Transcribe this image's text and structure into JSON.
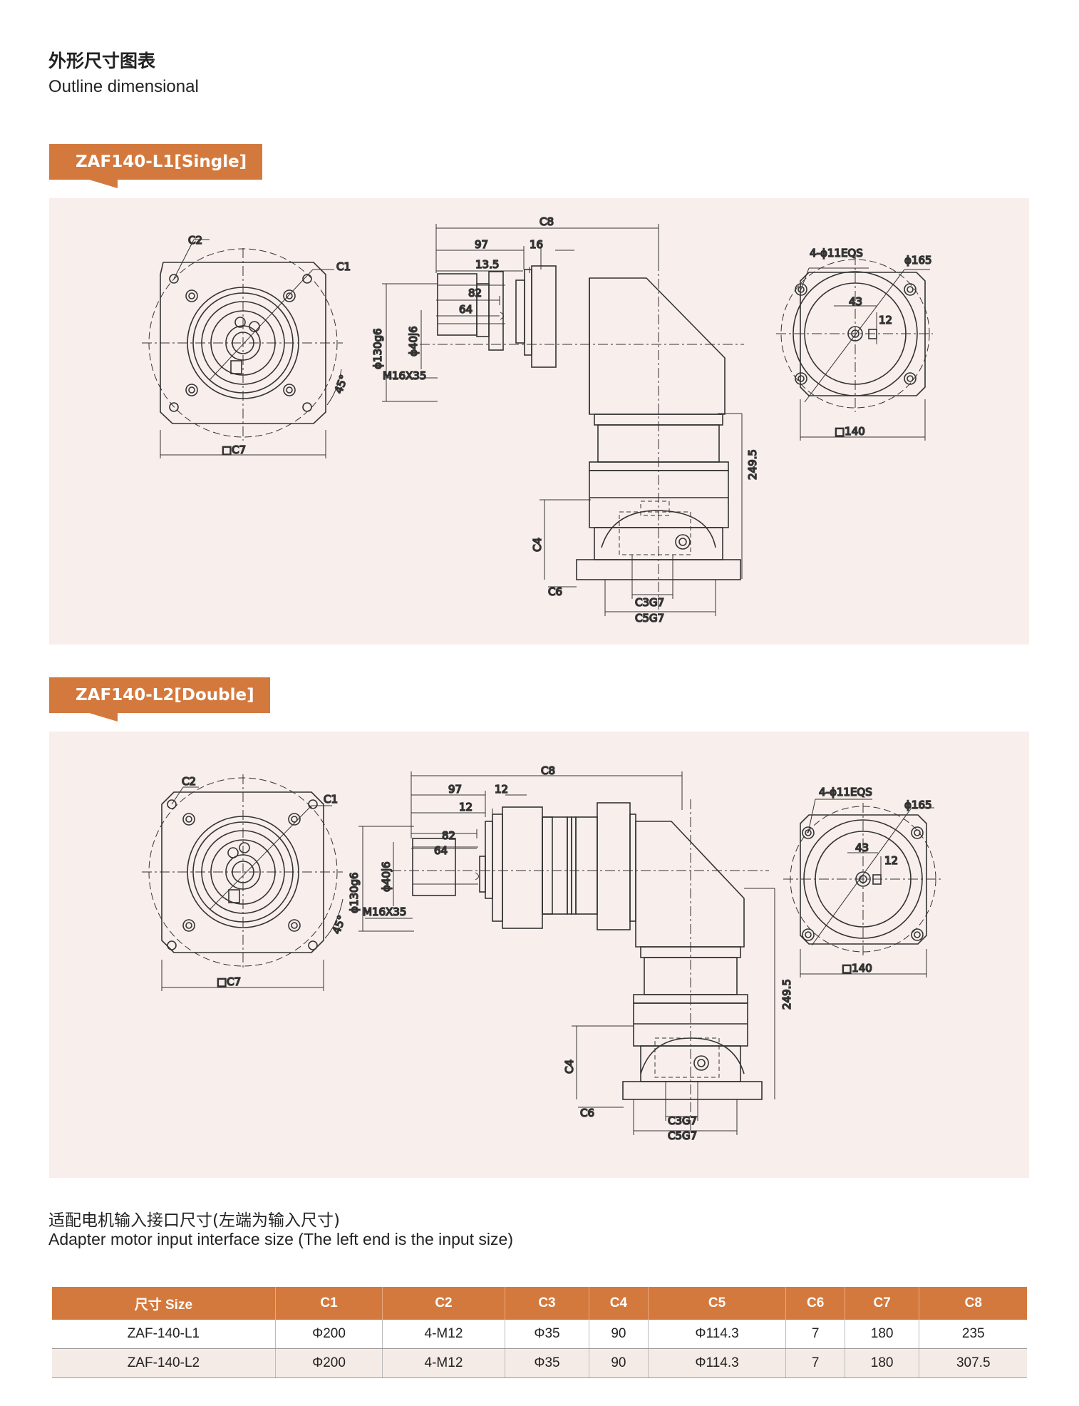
{
  "header": {
    "title_cn": "外形尺寸图表",
    "title_en": "Outline dimensional"
  },
  "sections": [
    {
      "tag": "ZAF140-L1[Single]",
      "labels": {
        "c2": "C2",
        "c1": "C1",
        "c7": "□C7",
        "angle": "45°",
        "c8": "C8",
        "d97": "97",
        "d16": "16",
        "d135": "13.5",
        "d82": "82",
        "d64": "64",
        "phi130": "ϕ130g6",
        "phi40": "ϕ40j6",
        "m16": "M16X35",
        "h2495": "249.5",
        "c4": "C4",
        "c6": "C6",
        "c3": "C3G7",
        "c5": "C5G7",
        "holes": "4-ϕ11EQS",
        "phi165": "ϕ165",
        "d43": "43",
        "d12": "12",
        "sq140": "□140"
      }
    },
    {
      "tag": "ZAF140-L2[Double]",
      "labels": {
        "c2": "C2",
        "c1": "C1",
        "c7": "□C7",
        "angle": "45°",
        "c8": "C8",
        "d97": "97",
        "d12a": "12",
        "d12b": "12",
        "d82": "82",
        "d64": "64",
        "phi130": "ϕ130g6",
        "phi40": "ϕ40j6",
        "m16": "M16X35",
        "h2495": "249.5",
        "c4": "C4",
        "c6": "C6",
        "c3": "C3G7",
        "c5": "C5G7",
        "holes": "4-ϕ11EQS",
        "phi165": "ϕ165",
        "d43": "43",
        "d12": "12",
        "sq140": "□140"
      }
    }
  ],
  "adapter": {
    "title_cn": "适配电机输入接口尺寸(左端为输入尺寸)",
    "title_en": "Adapter motor input interface size (The left end is the input size)"
  },
  "table": {
    "headers": [
      "尺寸 Size",
      "C1",
      "C2",
      "C3",
      "C4",
      "C5",
      "C6",
      "C7",
      "C8"
    ],
    "rows": [
      [
        "ZAF-140-L1",
        "Φ200",
        "4-M12",
        "Φ35",
        "90",
        "Φ114.3",
        "7",
        "180",
        "235"
      ],
      [
        "ZAF-140-L2",
        "Φ200",
        "4-M12",
        "Φ35",
        "90",
        "Φ114.3",
        "7",
        "180",
        "307.5"
      ]
    ]
  },
  "colors": {
    "accent": "#d4793d",
    "panel": "#f8efec",
    "line": "#333333"
  }
}
